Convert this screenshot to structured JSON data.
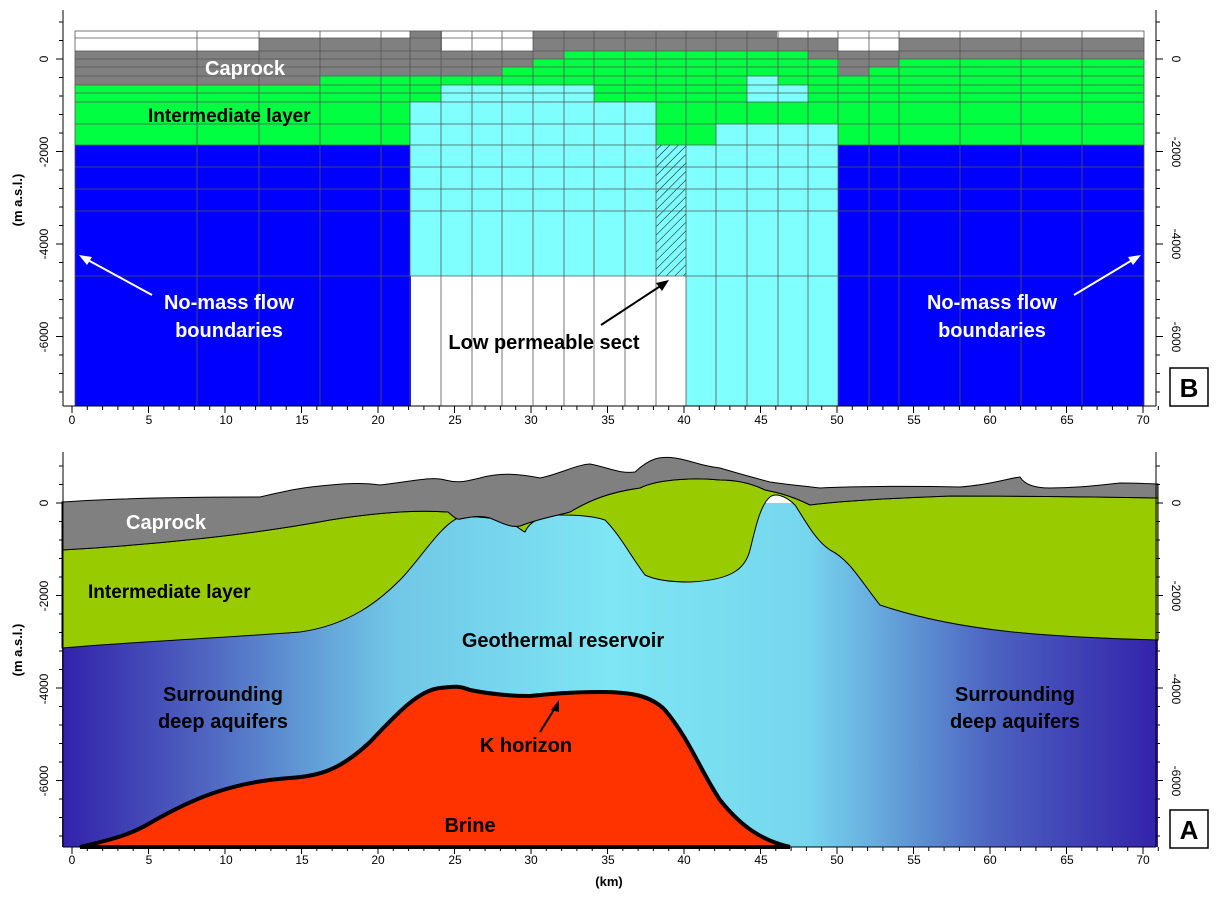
{
  "panel_b": {
    "letter": "B",
    "y_axis_label": "(m a.s.l.)",
    "labels": {
      "caprock": "Caprock",
      "intermediate": "Intermediate layer",
      "no_flow_left_1": "No-mass flow",
      "no_flow_left_2": "boundaries",
      "no_flow_right_1": "No-mass flow",
      "no_flow_right_2": "boundaries",
      "low_perm": "Low permeable sect"
    }
  },
  "panel_a": {
    "letter": "A",
    "y_axis_label": "(m a.s.l.)",
    "x_axis_label": "(km)",
    "labels": {
      "caprock": "Caprock",
      "intermediate": "Intermediate layer",
      "reservoir": "Geothermal reservoir",
      "surround_left_1": "Surrounding",
      "surround_left_2": "deep aquifers",
      "surround_right_1": "Surrounding",
      "surround_right_2": "deep aquifers",
      "k_horizon": "K horizon",
      "brine": "Brine"
    }
  },
  "axes": {
    "x_ticks": [
      "0",
      "5",
      "10",
      "15",
      "20",
      "25",
      "30",
      "35",
      "40",
      "45",
      "50",
      "55",
      "60",
      "65",
      "70"
    ],
    "y_ticks_left": [
      "0",
      "-2000",
      "-4000",
      "-6000"
    ],
    "y_ticks_right": [
      "0",
      "-2000",
      "-4000",
      "-6000"
    ]
  },
  "colors": {
    "caprock": "#808080",
    "intermediate_b": "#00ff40",
    "intermediate_a": "#99cc00",
    "reservoir": "#80ffff",
    "reservoir_a": "#7de4f2",
    "deep_aquifer": "#0000ff",
    "deep_aquifer_a": "#3322aa",
    "brine": "#ff3300"
  }
}
